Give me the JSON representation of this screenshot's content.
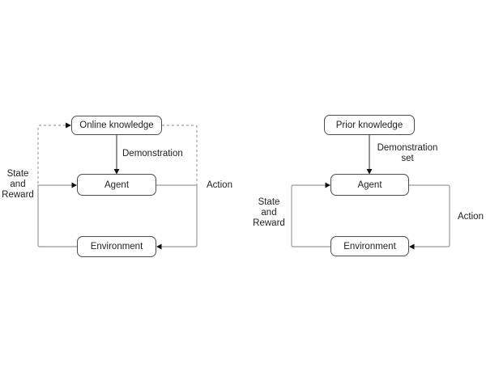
{
  "colors": {
    "background": "#ffffff",
    "box_border": "#4d4d4d",
    "text": "#222222",
    "rail_line": "#999999",
    "dashed_line": "#9e9e9e",
    "arrow_line": "#4d4d4d",
    "arrowhead": "#111111"
  },
  "left_diagram": {
    "knowledge_box": "Online knowledge",
    "demonstration_label": "Demonstration",
    "agent_box": "Agent",
    "environment_box": "Environment",
    "state_reward_label": "State\nand\nReward",
    "action_label": "Action"
  },
  "right_diagram": {
    "knowledge_box": "Prior knowledge",
    "demonstration_label": "Demonstration\nset",
    "agent_box": "Agent",
    "environment_box": "Environment",
    "state_reward_label": "State\nand\nReward",
    "action_label": "Action"
  }
}
